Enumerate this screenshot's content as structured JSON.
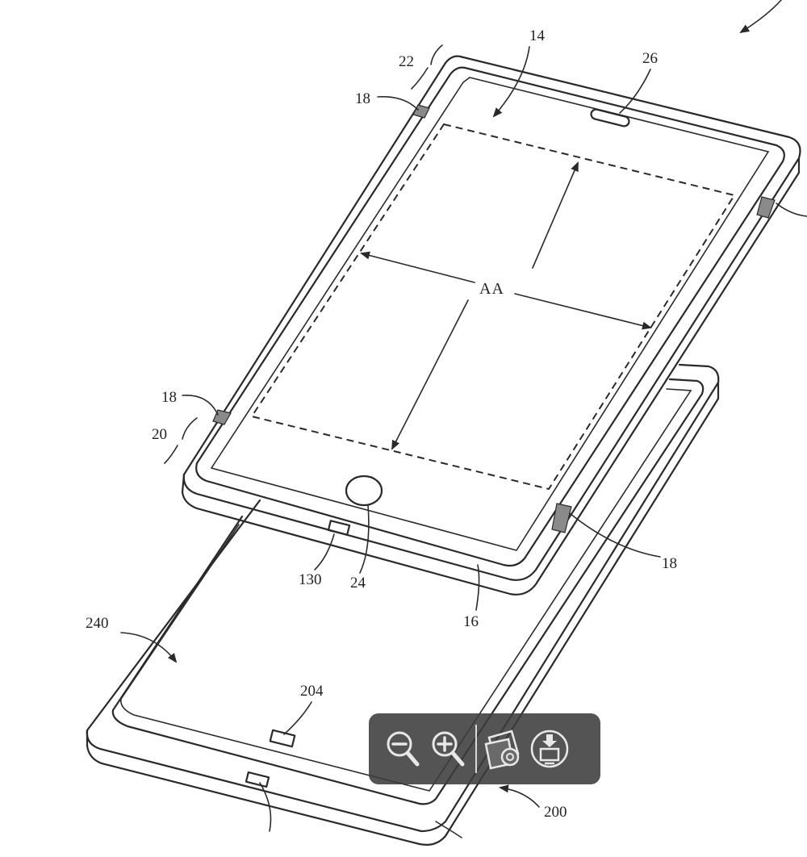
{
  "labels": {
    "ref_14": "14",
    "ref_26": "26",
    "ref_22": "22",
    "ref_18_top": "18",
    "ref_18_left": "18",
    "ref_18_right": "18",
    "ref_aa": "AA",
    "ref_20": "20",
    "ref_130": "130",
    "ref_24": "24",
    "ref_16": "16",
    "ref_240": "240",
    "ref_204": "204",
    "ref_200": "200"
  },
  "toolbar": {
    "icons": [
      "zoom-out-icon",
      "zoom-in-icon",
      "rotate-image-icon",
      "download-icon"
    ]
  },
  "colors": {
    "line": "#2a2a2a",
    "toolbar_bg": "#3c3c3c",
    "toolbar_icon": "#e8e8e8"
  }
}
